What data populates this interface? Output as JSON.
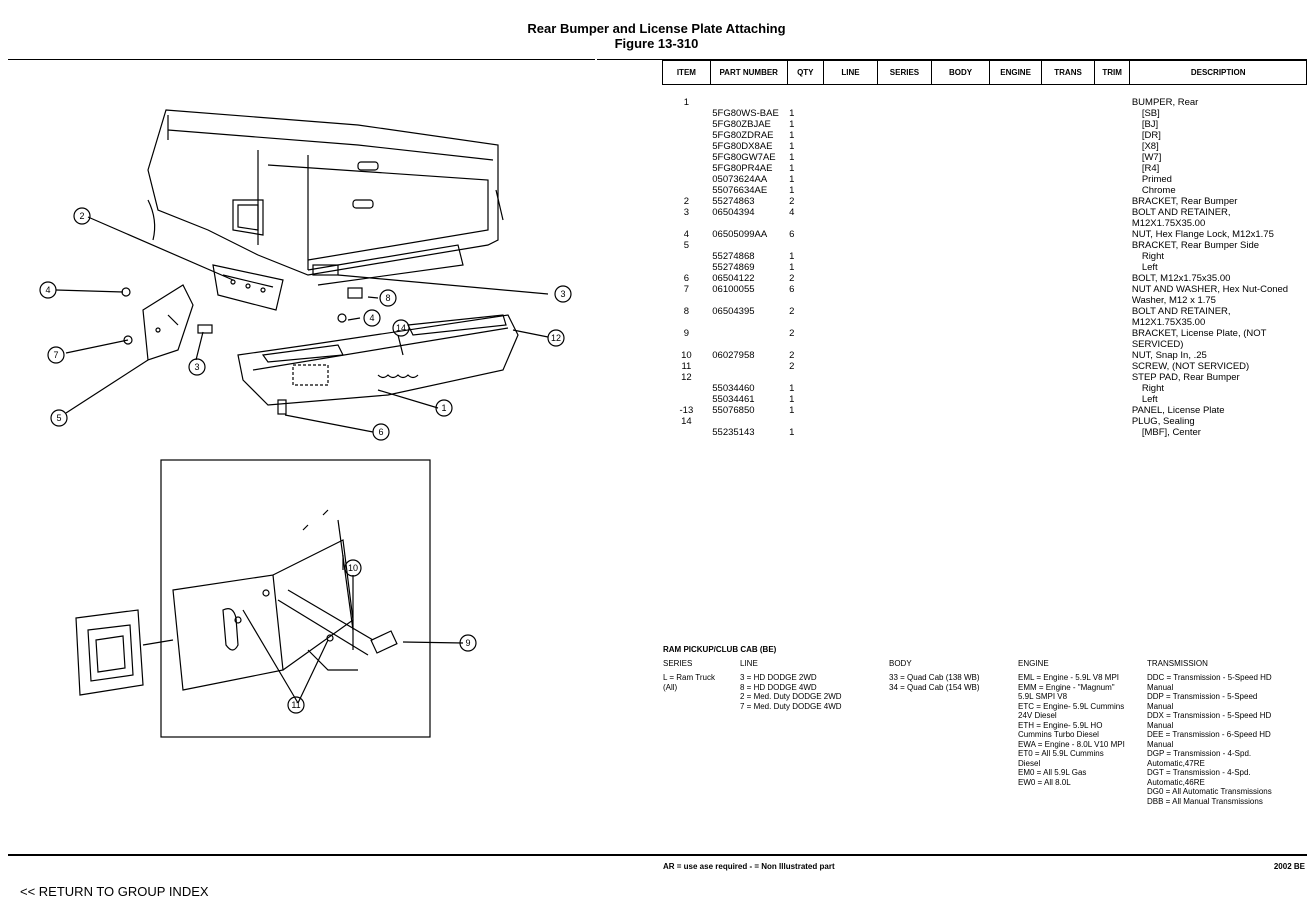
{
  "page": {
    "title_line1": "Rear Bumper and License Plate Attaching",
    "title_line2": "Figure 13-310"
  },
  "table": {
    "headers": [
      "ITEM",
      "PART NUMBER",
      "QTY",
      "LINE",
      "SERIES",
      "BODY",
      "ENGINE",
      "TRANS",
      "TRIM",
      "DESCRIPTION"
    ],
    "rows": [
      {
        "item": "1",
        "part": "",
        "qty": "",
        "desc": "BUMPER, Rear",
        "sub": false
      },
      {
        "item": "",
        "part": "5FG80WS-BAE",
        "qty": "1",
        "desc": "[SB]",
        "sub": true
      },
      {
        "item": "",
        "part": "5FG80ZBJAE",
        "qty": "1",
        "desc": "[BJ]",
        "sub": true
      },
      {
        "item": "",
        "part": "5FG80ZDRAE",
        "qty": "1",
        "desc": "[DR]",
        "sub": true
      },
      {
        "item": "",
        "part": "5FG80DX8AE",
        "qty": "1",
        "desc": "[X8]",
        "sub": true
      },
      {
        "item": "",
        "part": "5FG80GW7AE",
        "qty": "1",
        "desc": "[W7]",
        "sub": true
      },
      {
        "item": "",
        "part": "5FG80PR4AE",
        "qty": "1",
        "desc": "[R4]",
        "sub": true
      },
      {
        "item": "",
        "part": "05073624AA",
        "qty": "1",
        "desc": "Primed",
        "sub": true
      },
      {
        "item": "",
        "part": "55076634AE",
        "qty": "1",
        "desc": "Chrome",
        "sub": true
      },
      {
        "item": "2",
        "part": "55274863",
        "qty": "2",
        "desc": "BRACKET, Rear Bumper",
        "sub": false
      },
      {
        "item": "3",
        "part": "06504394",
        "qty": "4",
        "desc": "BOLT AND RETAINER, M12X1.75X35.00",
        "sub": false
      },
      {
        "item": "4",
        "part": "06505099AA",
        "qty": "6",
        "desc": "NUT, Hex Flange Lock, M12x1.75",
        "sub": false
      },
      {
        "item": "5",
        "part": "",
        "qty": "",
        "desc": "BRACKET, Rear Bumper Side",
        "sub": false
      },
      {
        "item": "",
        "part": "55274868",
        "qty": "1",
        "desc": "Right",
        "sub": true
      },
      {
        "item": "",
        "part": "55274869",
        "qty": "1",
        "desc": "Left",
        "sub": true
      },
      {
        "item": "6",
        "part": "06504122",
        "qty": "2",
        "desc": "BOLT, M12x1.75x35.00",
        "sub": false
      },
      {
        "item": "7",
        "part": "06100055",
        "qty": "6",
        "desc": "NUT AND WASHER, Hex Nut-Coned Washer, M12 x 1.75",
        "sub": false
      },
      {
        "item": "8",
        "part": "06504395",
        "qty": "2",
        "desc": "BOLT AND RETAINER, M12X1.75X35.00",
        "sub": false
      },
      {
        "item": "9",
        "part": "",
        "qty": "2",
        "desc": "BRACKET, License Plate, (NOT SERVICED)",
        "sub": false
      },
      {
        "item": "10",
        "part": "06027958",
        "qty": "2",
        "desc": "NUT, Snap In, .25",
        "sub": false
      },
      {
        "item": "11",
        "part": "",
        "qty": "2",
        "desc": "SCREW, (NOT SERVICED)",
        "sub": false
      },
      {
        "item": "12",
        "part": "",
        "qty": "",
        "desc": "STEP PAD, Rear Bumper",
        "sub": false
      },
      {
        "item": "",
        "part": "55034460",
        "qty": "1",
        "desc": "Right",
        "sub": true
      },
      {
        "item": "",
        "part": "55034461",
        "qty": "1",
        "desc": "Left",
        "sub": true
      },
      {
        "item": "-13",
        "part": "55076850",
        "qty": "1",
        "desc": "PANEL, License Plate",
        "sub": false
      },
      {
        "item": "14",
        "part": "",
        "qty": "",
        "desc": "PLUG, Sealing",
        "sub": false
      },
      {
        "item": "",
        "part": "55235143",
        "qty": "1",
        "desc": "[MBF], Center",
        "sub": true
      }
    ]
  },
  "legend": {
    "heading": "RAM PICKUP/CLUB CAB (BE)",
    "series_title": "SERIES",
    "series_body": "L = Ram Truck\n(All)",
    "line_title": "LINE",
    "line_body": "3 = HD DODGE 2WD\n8 = HD DODGE 4WD\n2 = Med. Duty DODGE 2WD\n7 = Med. Duty DODGE 4WD",
    "body_title": "BODY",
    "body_body": "33 = Quad Cab (138 WB)\n34 = Quad Cab (154 WB)",
    "engine_title": "ENGINE",
    "engine_body": "EML = Engine - 5.9L V8 MPI\nEMM = Engine - \"Magnum\"\n5.9L SMPI V8\nETC = Engine- 5.9L Cummins\n24V Diesel\nETH = Engine- 5.9L HO\nCummins Turbo Diesel\nEWA = Engine - 8.0L V10 MPI\nET0 = All 5.9L Cummins\nDiesel\nEM0 = All 5.9L Gas\nEW0 = All 8.0L",
    "trans_title": "TRANSMISSION",
    "trans_body": "DDC = Transmission - 5-Speed HD\nManual\nDDP = Transmission - 5-Speed\nManual\nDDX = Transmission - 5-Speed HD\nManual\nDEE = Transmission - 6-Speed HD\nManual\nDGP = Transmission - 4-Spd.\nAutomatic,47RE\nDGT = Transmission - 4-Spd.\nAutomatic,46RE\nDG0 = All Automatic Transmissions\nDBB = All Manual Transmissions"
  },
  "footer": {
    "note": "AR = use ase required   - = Non Illustrated part",
    "year": "2002 BE",
    "return_link": "<< RETURN TO GROUP INDEX"
  },
  "callouts": [
    "1",
    "2",
    "3",
    "3",
    "4",
    "4",
    "5",
    "6",
    "7",
    "8",
    "9",
    "10",
    "11",
    "12",
    "14"
  ]
}
